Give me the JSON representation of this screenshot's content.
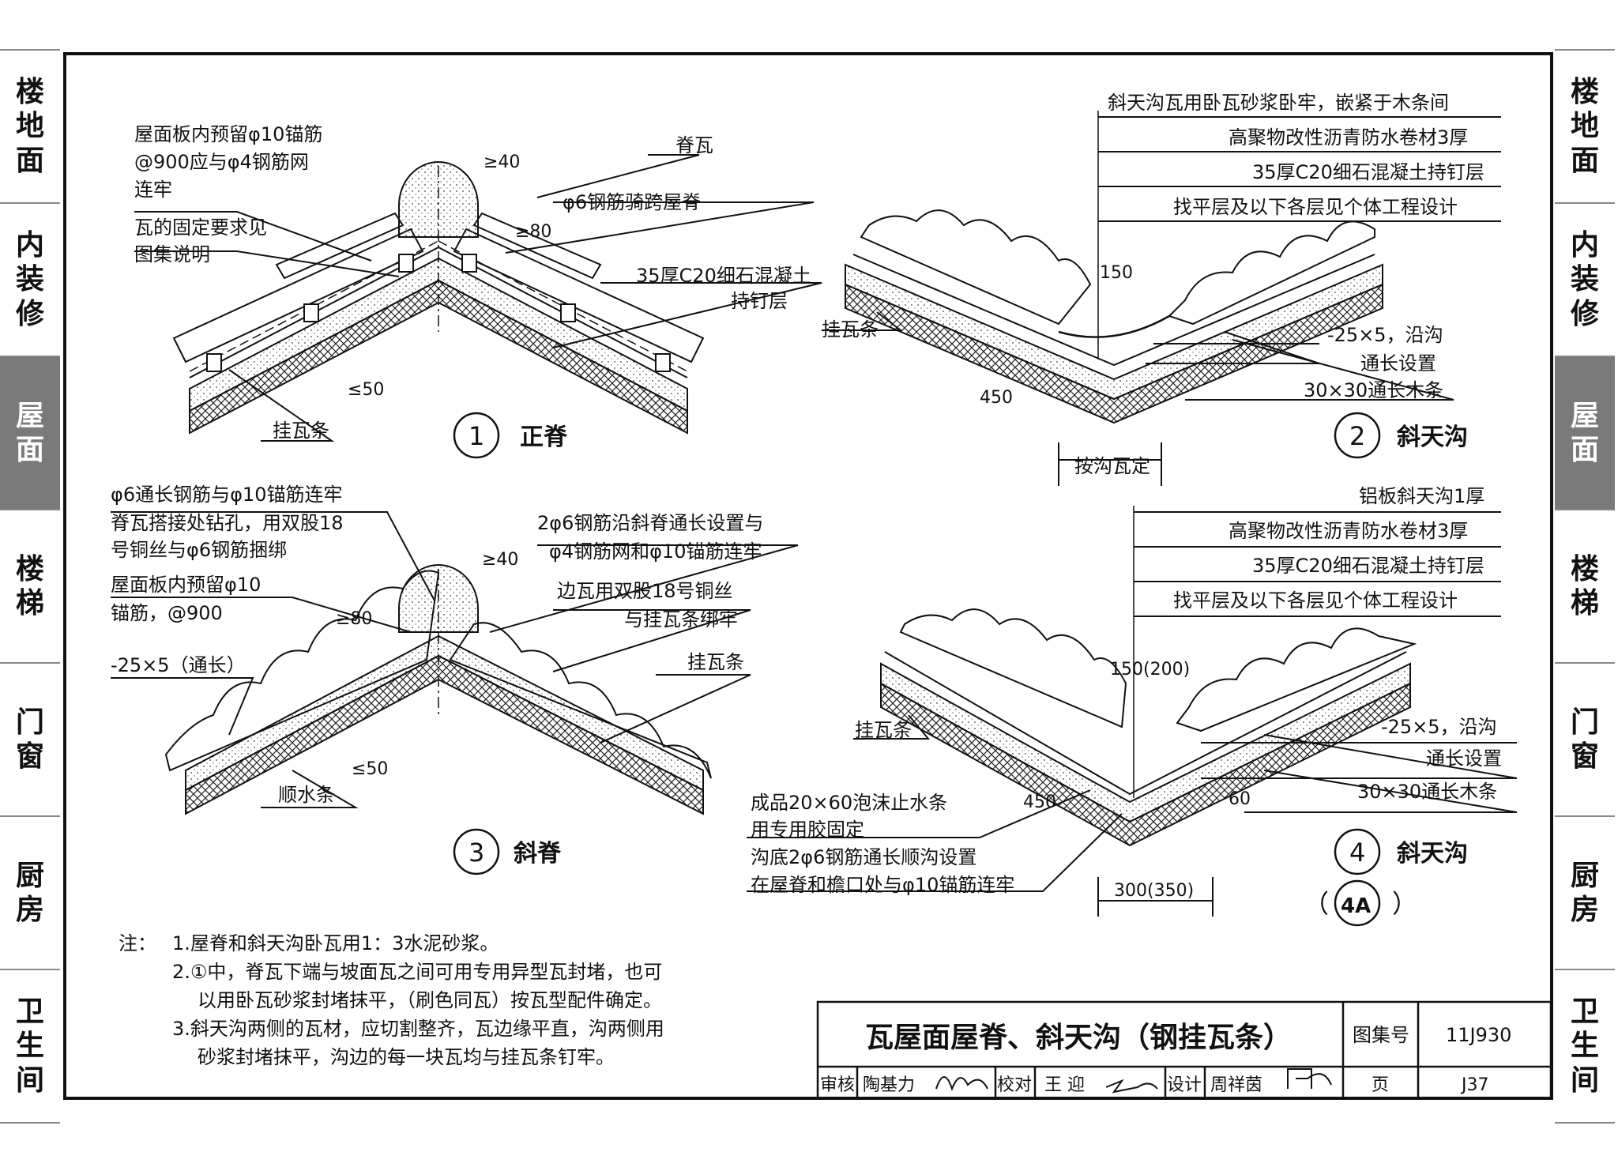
{
  "side_tabs": [
    {
      "label": "楼地面",
      "chars": [
        "楼",
        "地",
        "面"
      ],
      "active": false
    },
    {
      "label": "内装修",
      "chars": [
        "内",
        "装",
        "修"
      ],
      "active": false
    },
    {
      "label": "屋面",
      "chars": [
        "屋",
        "面"
      ],
      "active": true
    },
    {
      "label": "楼梯",
      "chars": [
        "楼",
        "梯"
      ],
      "active": false
    },
    {
      "label": "门窗",
      "chars": [
        "门",
        "窗"
      ],
      "active": false
    },
    {
      "label": "厨房",
      "chars": [
        "厨",
        "房"
      ],
      "active": false
    },
    {
      "label": "卫生间",
      "chars": [
        "卫",
        "生",
        "间"
      ],
      "active": false
    }
  ],
  "detail1": {
    "number": "1",
    "title": "正脊",
    "labels": {
      "anchor_l1": "屋面板内预留φ10锚筋",
      "anchor_l2": "@900应与φ4钢筋网",
      "anchor_l3": "连牢",
      "fix_l1": "瓦的固定要求见",
      "fix_l2": "图集说明",
      "ridge_tile": "脊瓦",
      "steel_ridge": "φ6钢筋骑跨屋脊",
      "concrete_l1": "35厚C20细石混凝土",
      "concrete_l2": "持钉层",
      "batten": "挂瓦条",
      "dim_40": "≥40",
      "dim_80": "≥80",
      "dim_50": "≤50"
    }
  },
  "detail2": {
    "number": "2",
    "title": "斜天沟",
    "labels": {
      "l1": "斜天沟瓦用卧瓦砂浆卧牢，嵌紧于木条间",
      "l2": "高聚物改性沥青防水卷材3厚",
      "l3": "35厚C20细石混凝土持钉层",
      "l4": "找平层及以下各层见个体工程设计",
      "batten": "挂瓦条",
      "dim_150": "150",
      "dim_450": "450",
      "by_valley": "按沟瓦定",
      "strip_l1": "-25×5，沿沟",
      "strip_l2": "通长设置",
      "wood": "30×30通长木条"
    }
  },
  "detail3": {
    "number": "3",
    "title": "斜脊",
    "labels": {
      "l1": "φ6通长钢筋与φ10锚筋连牢",
      "l2": "脊瓦搭接处钻孔，用双股18",
      "l3": "号铜丝与φ6钢筋捆绑",
      "l4": "屋面板内预留φ10",
      "l5": "锚筋，@900",
      "r1": "2φ6钢筋沿斜脊通长设置与",
      "r2": "φ4钢筋网和φ10锚筋连牢",
      "r3": "边瓦用双股18号铜丝",
      "r4": "与挂瓦条绑牢",
      "batten": "挂瓦条",
      "strip": "-25×5（通长）",
      "counter": "顺水条",
      "dim_40": "≥40",
      "dim_80": "≥80",
      "dim_50": "≤50"
    }
  },
  "detail4": {
    "number": "4",
    "title": "斜天沟",
    "alt": "4A",
    "labels": {
      "l1": "铝板斜天沟1厚",
      "l2": "高聚物改性沥青防水卷材3厚",
      "l3": "35厚C20细石混凝土持钉层",
      "l4": "找平层及以下各层见个体工程设计",
      "dim_150": "150(200)",
      "batten": "挂瓦条",
      "strip_l1": "-25×5，沿沟",
      "strip_l2": "通长设置",
      "wood": "30×30通长木条",
      "foam_l1": "成品20×60泡沫止水条",
      "foam_l2": "用专用胶固定",
      "dim_450": "450",
      "dim_60": "60",
      "bottom_l1": "沟底2φ6钢筋通长顺沟设置",
      "bottom_l2": "在屋脊和檐口处与φ10锚筋连牢",
      "dim_300": "300(350)"
    }
  },
  "notes": {
    "heading": "注：",
    "n1": "1.屋脊和斜天沟卧瓦用1：3水泥砂浆。",
    "n2a": "2.①中，脊瓦下端与坡面瓦之间可用专用异型瓦封堵，也可",
    "n2b": "以用卧瓦砂浆封堵抹平，（刷色同瓦）按瓦型配件确定。",
    "n3a": "3.斜天沟两侧的瓦材，应切割整齐，瓦边缘平直，沟两侧用",
    "n3b": "砂浆封堵抹平，沟边的每一块瓦均与挂瓦条钉牢。"
  },
  "title_block": {
    "title": "瓦屋面屋脊、斜天沟（钢挂瓦条）",
    "atlas_label": "图集号",
    "atlas_no": "11J930",
    "page_label": "页",
    "page_no": "J37",
    "review_label": "审核",
    "review_name": "陶基力",
    "check_label": "校对",
    "check_name": "王 迎",
    "design_label": "设计",
    "design_name": "周祥茵"
  }
}
